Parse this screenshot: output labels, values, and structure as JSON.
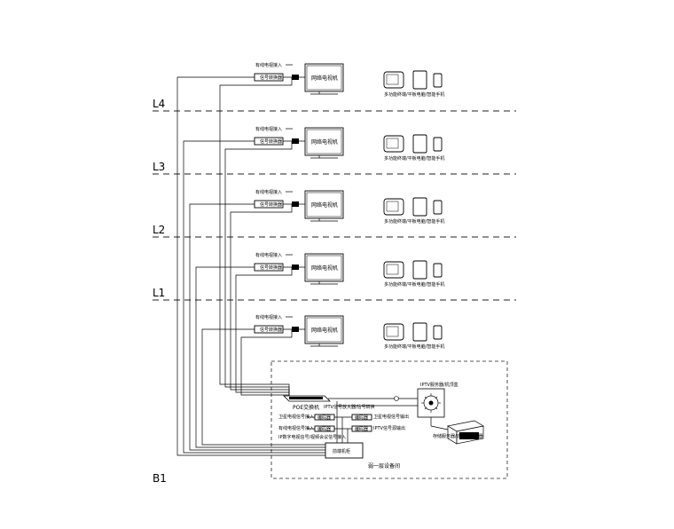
{
  "floors": [
    "L4",
    "L3",
    "L2",
    "L1",
    "B1"
  ],
  "floor_unit": {
    "signal_input_label": "有线电视接入",
    "small_box_label": "信号转换器",
    "tv_label": "网络电视机",
    "devices_label": "多功能终端/平板电脑/智能手机"
  },
  "equipment_room": {
    "title": "弱一层设备间",
    "poe_switch": "POE交换机",
    "decoder_note": "IPTV信号放大器/信号转换",
    "server_label": "IPTV服务器/机顶盒",
    "storage_label": "存储服务器/流媒体服务器",
    "main_box": "前端机柜",
    "input_1": "卫星电视信号接入",
    "input_2": "有线电视信号接入",
    "input_3": "IP数字电视信号/视频会议信号接入",
    "output_1": "卫星电视信号输出",
    "output_2": "IPTV信号源输出",
    "small_unit": "编码器"
  }
}
